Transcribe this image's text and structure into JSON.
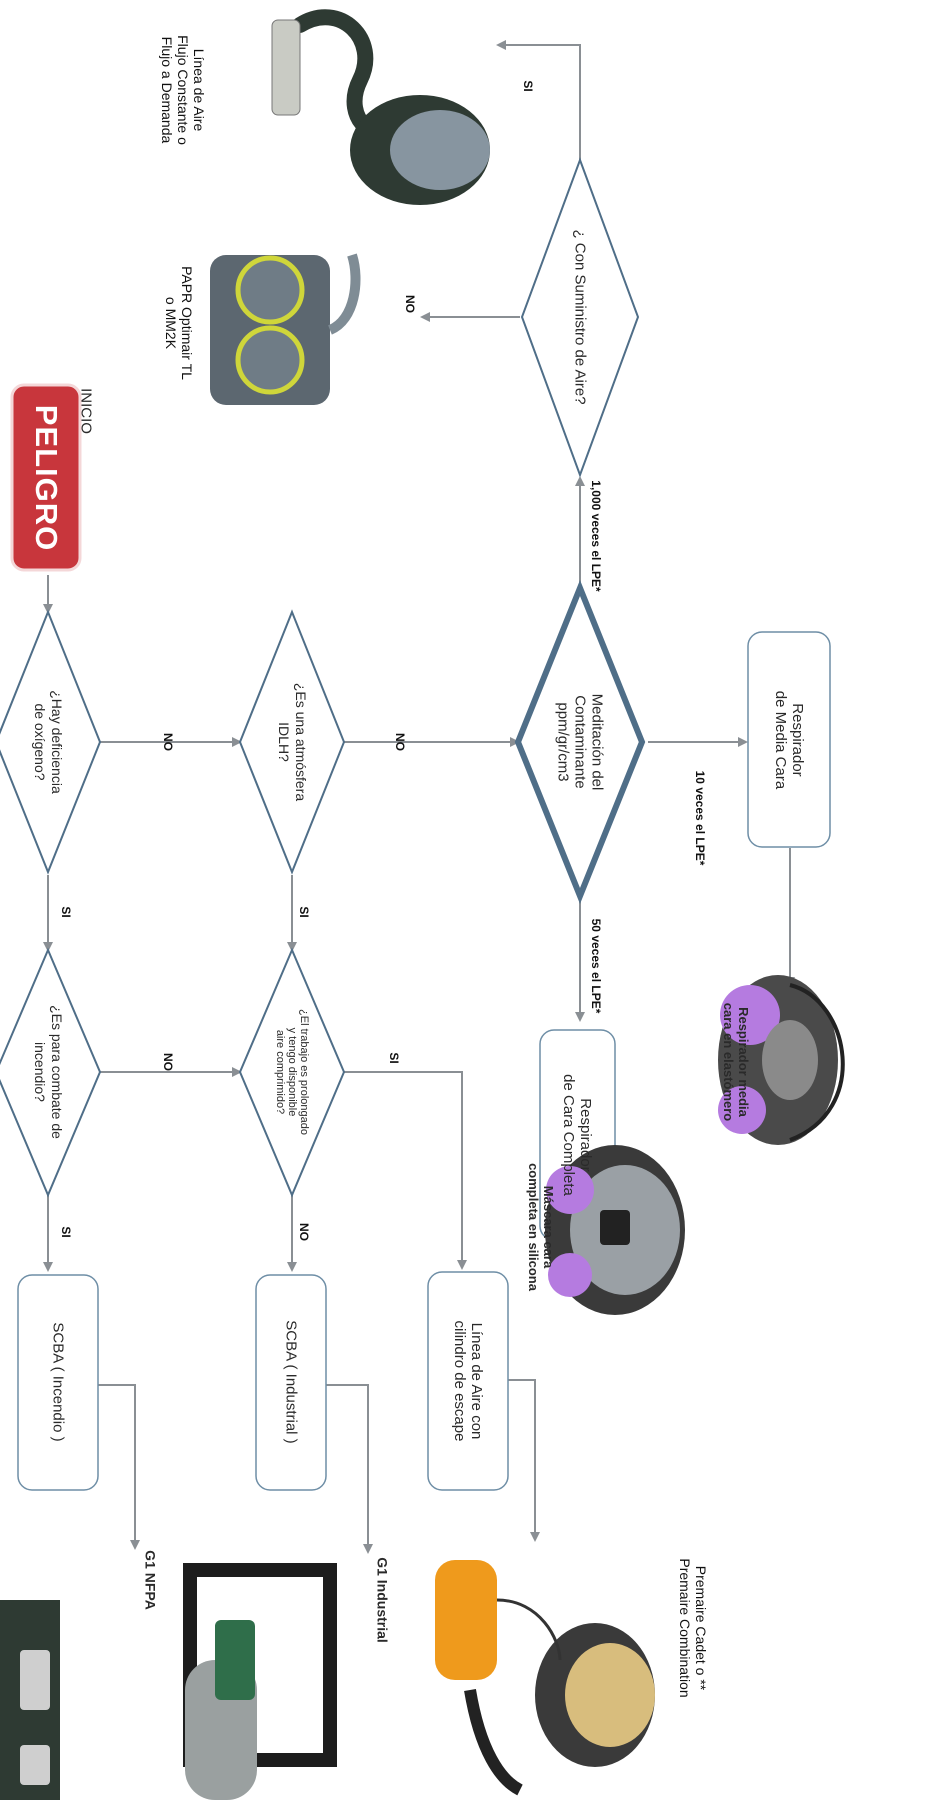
{
  "start_label": "INICIO",
  "danger_label": "PELIGRO",
  "decisions": {
    "oxygen": "¿Hay deficiencia\nde oxígeno?",
    "idlh": "¿Es una atmósfera\nIDLH?",
    "measure": "Meditación del\nContaminante\nppm/gr/cm3",
    "air_supply": "¿ Con Suministro de Aire?",
    "fire": "¿Es para combate de\nincendio?",
    "prolonged": "¿El trabajo es prolongado\ny tengo disponible\naire comprimido?"
  },
  "edges": {
    "no_1": "NO",
    "no_2": "NO",
    "no_3": "NO",
    "no_4": "NO",
    "no_5": "NO",
    "si_1": "SI",
    "si_2": "SI",
    "si_3": "SI",
    "si_4": "SI",
    "si_5": "SI",
    "ten_times": "10 veces el LPE*",
    "fifty_times": "50 veces el LPE*",
    "thousand_times": "1,000 veces el LPE*"
  },
  "outcomes": {
    "half_face": "Respirador\nde Media Cara",
    "full_face": "Respirador\nde Cara Completa",
    "airline_escape": "Línea de Aire con\ncilindro de escape",
    "scba_industrial": "SCBA ( Industrial )",
    "scba_fire": "SCBA ( Incendio )"
  },
  "products": {
    "airline": "Línea de Aire\nFlujo Constante o\nFlujo a Demanda",
    "papr": "PAPR Optimair TL\no MM2K",
    "half_elastomer": "Respirador media\ncara en elastómero",
    "full_silicone": "Máscara cara\ncompleta en silicona",
    "premaire": "Premaire Cadet o **\nPremaire Combination",
    "g1_industrial": "G1 Industrial",
    "g1_nfpa": "G1 NFPA"
  },
  "colors": {
    "danger_fill": "#c8363c",
    "line": "#8a8f94",
    "diamond_stroke": "#4f6e88",
    "box_stroke": "#6e8ea6",
    "equipment_dark": "#2e3a33",
    "filter_purple": "#b57be0",
    "cylinder_orange": "#ef9a1c"
  },
  "icons": [
    "airline-mask-icon",
    "papr-icon",
    "half-mask-icon",
    "full-mask-icon",
    "premaire-icon",
    "scba-industrial-icon",
    "scba-fire-icon"
  ]
}
